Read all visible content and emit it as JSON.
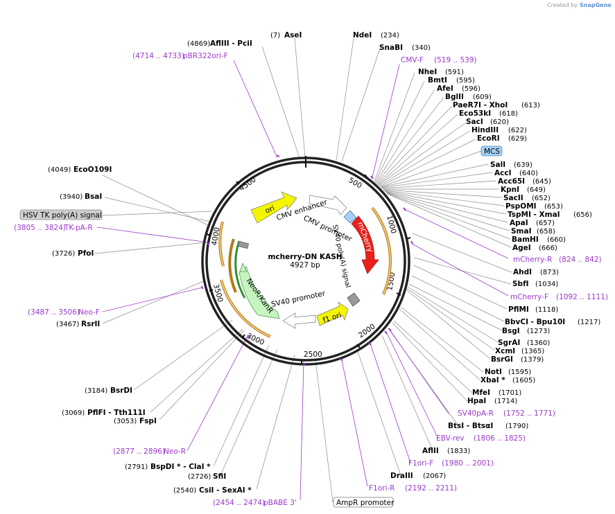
{
  "credit": {
    "text": "Created by",
    "brand": "SnapGene"
  },
  "plasmid": {
    "name": "mcherry-DN KASH",
    "size": "4927 bp",
    "length": 4927
  },
  "ticks": [
    "500",
    "1000",
    "1500",
    "2000",
    "2500",
    "3000",
    "3500",
    "4000",
    "4500"
  ],
  "sites_right": [
    {
      "name": "AseI",
      "pos": "(7)",
      "side": "left"
    },
    {
      "name": "NdeI",
      "pos": "(234)"
    },
    {
      "name": "SnaBI",
      "pos": "(340)"
    },
    {
      "primer": "CMV-F",
      "range": "(519 .. 539)"
    },
    {
      "name": "NheI",
      "pos": "(591)"
    },
    {
      "name": "BmtI",
      "pos": "(595)"
    },
    {
      "name": "AfeI",
      "pos": "(596)"
    },
    {
      "name": "BglII",
      "pos": "(609)"
    },
    {
      "name": "PaeR7I - XhoI",
      "pos": "(613)"
    },
    {
      "name": "Eco53kI",
      "pos": "(618)"
    },
    {
      "name": "SacI",
      "pos": "(620)"
    },
    {
      "name": "HindIII",
      "pos": "(622)"
    },
    {
      "name": "EcoRI",
      "pos": "(629)"
    },
    {
      "box": "MCS"
    },
    {
      "name": "SalI",
      "pos": "(639)"
    },
    {
      "name": "AccI",
      "pos": "(640)"
    },
    {
      "name": "Acc65I",
      "pos": "(645)"
    },
    {
      "name": "KpnI",
      "pos": "(649)"
    },
    {
      "name": "SacII",
      "pos": "(652)"
    },
    {
      "name": "PspOMI",
      "pos": "(653)"
    },
    {
      "name": "TspMI - XmaI",
      "pos": "(656)"
    },
    {
      "name": "ApaI",
      "pos": "(657)"
    },
    {
      "name": "SmaI",
      "pos": "(658)"
    },
    {
      "name": "BamHI",
      "pos": "(660)"
    },
    {
      "name": "AgeI",
      "pos": "(666)"
    },
    {
      "primer": "mCherry-R",
      "range": "(824 .. 842)"
    },
    {
      "name": "AhdI",
      "pos": "(873)"
    },
    {
      "name": "SbfI",
      "pos": "(1034)"
    },
    {
      "primer": "mCherry-F",
      "range": "(1092 .. 1111)"
    },
    {
      "name": "PflMI",
      "pos": "(1118)"
    },
    {
      "name": "BbvCI - Bpu10I",
      "pos": "(1217)"
    },
    {
      "name": "BsgI",
      "pos": "(1273)"
    },
    {
      "name": "SgrAI",
      "pos": "(1360)"
    },
    {
      "name": "XcmI",
      "pos": "(1365)"
    },
    {
      "name": "BsrGI",
      "pos": "(1379)"
    },
    {
      "name": "NotI",
      "pos": "(1595)"
    },
    {
      "name": "XbaI *",
      "pos": "(1605)"
    },
    {
      "name": "MfeI",
      "pos": "(1701)"
    },
    {
      "name": "HpaI",
      "pos": "(1714)"
    },
    {
      "primer": "SV40pA-R",
      "range": "(1752 .. 1771)"
    },
    {
      "name": "BtsI - BtsαI",
      "pos": "(1790)"
    },
    {
      "primer": "EBV-rev",
      "range": "(1806 .. 1825)"
    },
    {
      "name": "AflII",
      "pos": "(1833)"
    },
    {
      "primer": "F1ori-F",
      "range": "(1980 .. 2001)"
    },
    {
      "name": "DraIII",
      "pos": "(2067)"
    },
    {
      "primer": "F1ori-R",
      "range": "(2192 .. 2211)"
    },
    {
      "box": "AmpR promoter"
    }
  ],
  "sites_left": [
    {
      "name": "AflIII - PciI",
      "pos": "(4869)"
    },
    {
      "primer": "pBR322ori-F",
      "range": "(4714 .. 4733)"
    },
    {
      "name": "EcoO109I",
      "pos": "(4049)"
    },
    {
      "name": "BsaI",
      "pos": "(3940)"
    },
    {
      "box": "HSV TK poly(A) signal"
    },
    {
      "primer": "TK-pA-R",
      "range": "(3805 .. 3824)"
    },
    {
      "name": "PfoI",
      "pos": "(3726)"
    },
    {
      "primer": "Neo-F",
      "range": "(3487 .. 3506)"
    },
    {
      "name": "RsrII",
      "pos": "(3467)"
    },
    {
      "name": "BsrDI",
      "pos": "(3184)"
    },
    {
      "name": "PflFI - Tth111I",
      "pos": "(3069)"
    },
    {
      "name": "FspI",
      "pos": "(3053)"
    },
    {
      "primer": "Neo-R",
      "range": "(2877 .. 2896)"
    },
    {
      "name": "BspDI * - ClaI *",
      "pos": "(2791)"
    },
    {
      "name": "SfiI",
      "pos": "(2726)"
    },
    {
      "name": "CsiI - SexAI *",
      "pos": "(2540)"
    },
    {
      "primer": "pBABE 3'",
      "range": "(2454 .. 2474)"
    }
  ],
  "features": {
    "ori": "ori",
    "cmv_enhancer": "CMV enhancer",
    "cmv_promoter": "CMV promoter",
    "mcherry": "mCherry",
    "sv40_polya": "SV40 poly(A) signal",
    "f1_ori": "f1 ori",
    "sv40_promoter": "SV40 promoter",
    "neor": "NeoR/KanR"
  },
  "colors": {
    "primer": "#9a39c9",
    "mcherry": "#e8221b",
    "ori": "#f5f500",
    "neor": "#c7f5c0",
    "mcs": "#a6d0f5",
    "box": "#cfcfcf"
  }
}
